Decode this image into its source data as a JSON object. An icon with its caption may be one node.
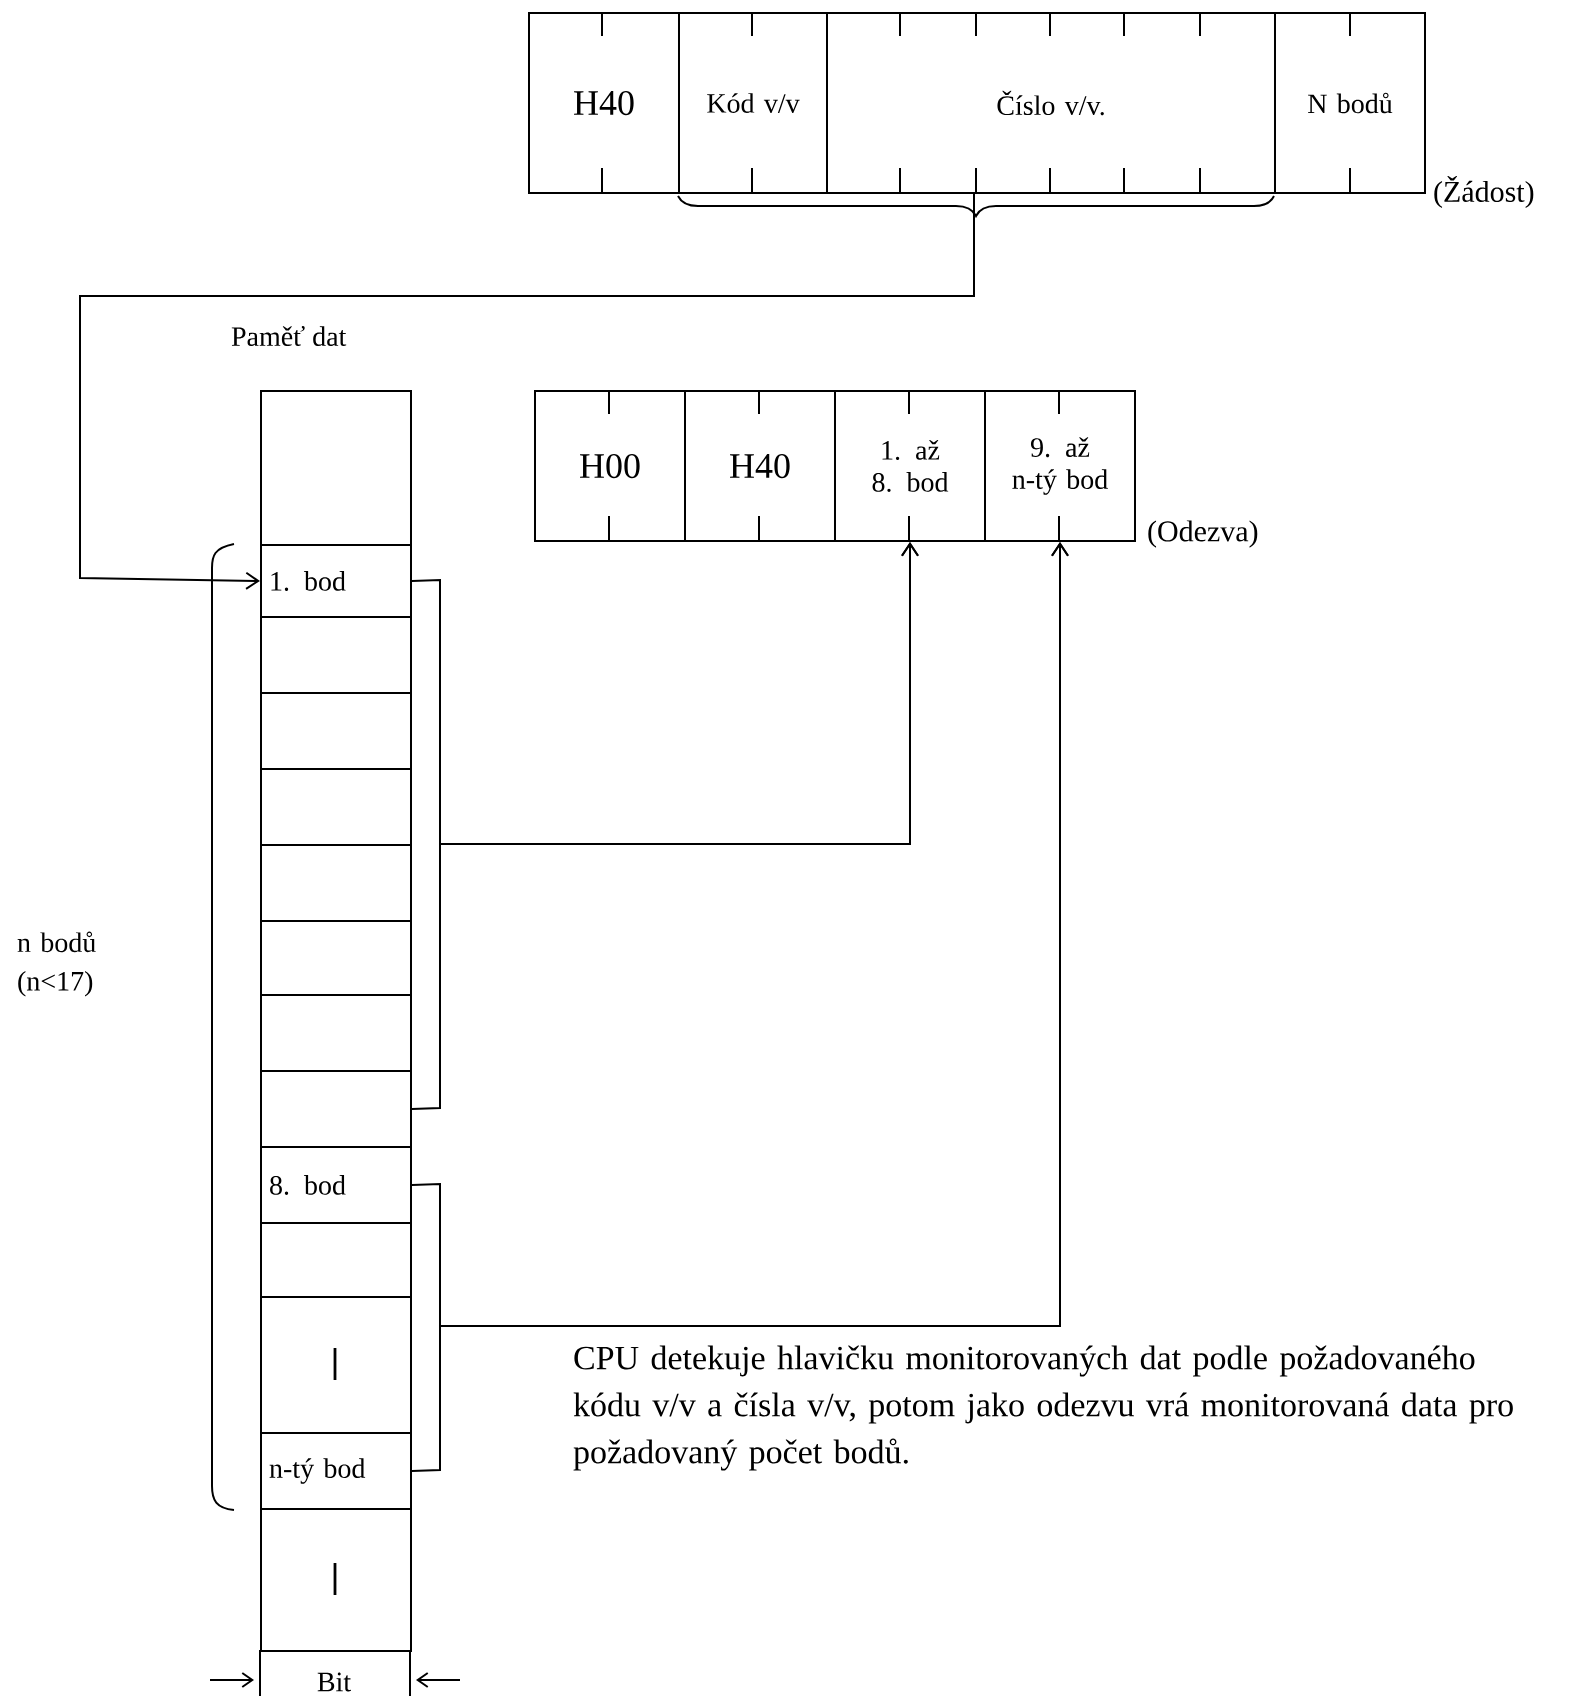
{
  "diagram": {
    "nodes": [
      {
        "text": [
          "H40"
        ]
      },
      {
        "text": [
          "Kód v/v"
        ]
      },
      {
        "text": [
          "Číslo v/v."
        ]
      },
      {
        "text": [
          "N bodů"
        ]
      },
      {
        "text": [
          "H00"
        ]
      },
      {
        "text": [
          "H40"
        ]
      },
      {
        "text": [
          "1. až 8. bod"
        ]
      },
      {
        "text": [
          "9. až n-tý bod"
        ]
      },
      {
        "text": [],
        "shape": "box"
      },
      {
        "text": [
          "1. bod"
        ]
      },
      {
        "text": [],
        "shape": "box"
      },
      {
        "text": [],
        "shape": "box"
      },
      {
        "text": [],
        "shape": "box"
      },
      {
        "text": [],
        "shape": "box"
      },
      {
        "text": [],
        "shape": "box"
      },
      {
        "text": [],
        "shape": "box"
      },
      {
        "text": [],
        "shape": "box"
      },
      {
        "text": [
          "8. bod"
        ]
      },
      {
        "text": [],
        "shape": "box"
      },
      {
        "text": [],
        "shape": "box"
      },
      {
        "text": [
          "n-tý bod"
        ]
      },
      {
        "text": [],
        "shape": "box"
      }
    ],
    "edges": [
      {
        "from": 2,
        "to": 9,
        "arrow": "to"
      },
      {
        "from": 9,
        "to": 6,
        "arrow": "to"
      },
      {
        "from": 16,
        "to": 6,
        "arrow": "to"
      },
      {
        "from": 17,
        "to": 7,
        "arrow": "to"
      },
      {
        "from": 20,
        "to": 7,
        "arrow": "to"
      }
    ],
    "labels": [
      "(Žádost)",
      "Paměť dat",
      "(Odezva)",
      "n bodů (n<17)",
      "CPU detekuje hlavičku monitorovaných dat podle požadovaného kódu v/v a čísla v/v, potom jako odezvu vrá monitorovaná data pro požadovaný počet bodů.",
      "Bit"
    ]
  }
}
